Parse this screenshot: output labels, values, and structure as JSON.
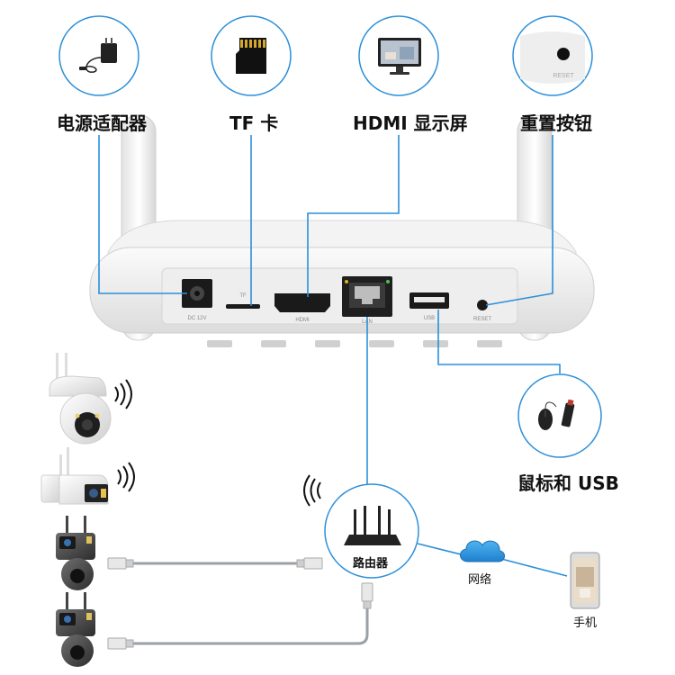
{
  "diagram": {
    "top_labels": {
      "power": "电源适配器",
      "tf": "TF 卡",
      "hdmi": "HDMI 显示屏",
      "reset": "重置按钮"
    },
    "usb_label": "鼠标和 USB",
    "router_label": "路由器",
    "network_label": "网络",
    "phone_label": "手机",
    "port_labels": {
      "dc": "DC 12V",
      "tf": "TF",
      "hdmi": "HDMI",
      "lan": "LAN",
      "usb": "USB",
      "reset": "RESET"
    },
    "reset_inset_text": "RESET",
    "colors": {
      "line": "#2b8fd9",
      "circle": "#2b8fd9",
      "cable": "#9aa0a6",
      "device_body": "#f1f1f1",
      "text": "#111111"
    }
  }
}
